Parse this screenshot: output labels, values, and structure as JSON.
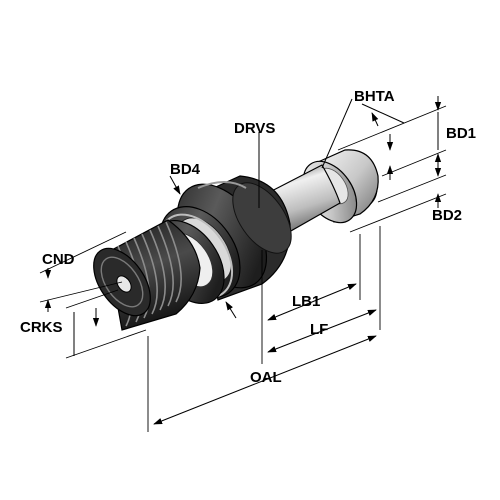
{
  "labels": {
    "bhta": "BHTA",
    "bd1": "BD1",
    "bd2": "BD2",
    "drvs": "DRVS",
    "bd4": "BD4",
    "cnd": "CND",
    "crks": "CRKS",
    "lb1": "LB1",
    "lf": "LF",
    "oal": "OAL"
  }
}
